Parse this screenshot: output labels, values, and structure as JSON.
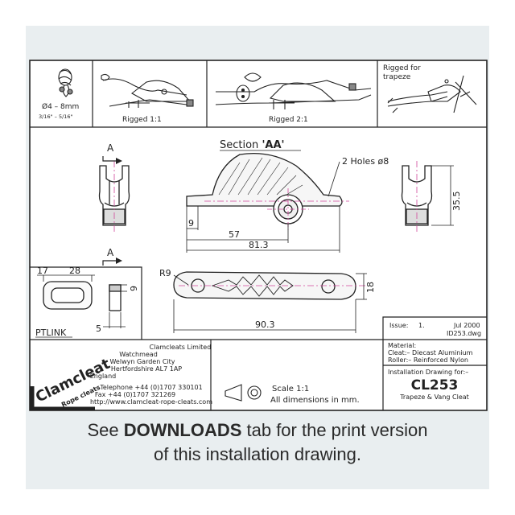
{
  "drawing": {
    "rope_range": {
      "metric": "Ø4 – 8mm",
      "imperial": "3/16\" – 5/16\""
    },
    "rigged_1": "Rigged 1:1",
    "rigged_2": "Rigged 2:1",
    "rigged_trapeze": [
      "Rigged for",
      "trapeze"
    ],
    "section_label": "Section ",
    "section_id": "'AA'",
    "section_arrow": "A",
    "holes": "2 Holes ø8",
    "dims": {
      "d355": "35.5",
      "d9a": "9",
      "d57": "57",
      "d813": "81.3",
      "r9": "R9",
      "d18": "18",
      "d903": "90.3",
      "d17": "17",
      "d28": "28",
      "d9b": "9",
      "d5": "5"
    },
    "ptlink": "PTLINK",
    "company": {
      "lines": [
        "Clamcleats Limited",
        "Watchmead",
        "Welwyn Garden City",
        "Hertfordshire AL7 1AP",
        "England"
      ],
      "phone": "Telephone +44 (0)1707 330101",
      "fax": "Fax +44 (0)1707 321269",
      "web": "http://www.clamcleat-rope-cleats.com"
    },
    "logo": {
      "brand": "Clamcleat",
      "sub": "Rope cleats"
    },
    "scale": "Scale 1:1",
    "units": "All dimensions in mm.",
    "issue": {
      "label": "Issue:",
      "number": "1.",
      "date": "Jul 2000",
      "file": "ID253.dwg"
    },
    "material": {
      "title": "Material:",
      "cleat": "Cleat:– Diecast Aluminium",
      "roller": "Roller:– Reinforced Nylon"
    },
    "installation_for": "Installation Drawing for:–",
    "model": "CL253",
    "product": "Trapeze & Vang Cleat"
  },
  "caption": {
    "line1_pre": "See ",
    "line1_bold": "DOWNLOADS",
    "line1_post": " tab for the print version",
    "line2": "of this installation drawing."
  },
  "colors": {
    "frame": "#e9eef0",
    "line": "#222222",
    "centerline": "#d0459a"
  }
}
